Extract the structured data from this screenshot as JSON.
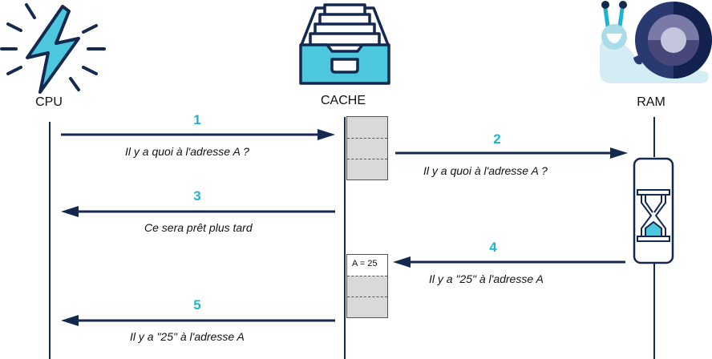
{
  "actors": [
    {
      "id": "cpu",
      "label": "CPU",
      "icon": "lightning-icon"
    },
    {
      "id": "cache",
      "label": "CACHE",
      "icon": "drawer-icon"
    },
    {
      "id": "ram",
      "label": "RAM",
      "icon": "snail-icon"
    }
  ],
  "colors": {
    "navy": "#13294f",
    "accent": "#1fb3cf",
    "cache_fill": "#d9d9d9",
    "icon_fill": "#4cc7dd"
  },
  "messages": [
    {
      "step": "1",
      "text": "Il y a quoi à l'adresse A ?",
      "from": "CPU",
      "to": "CACHE"
    },
    {
      "step": "2",
      "text": "Il y a quoi à l'adresse A ?",
      "from": "CACHE",
      "to": "RAM"
    },
    {
      "step": "3",
      "text": "Ce sera prêt plus tard",
      "from": "CACHE",
      "to": "CPU"
    },
    {
      "step": "4",
      "text": "Il y a \"25\" à l'adresse A",
      "from": "RAM",
      "to": "CACHE"
    },
    {
      "step": "5",
      "text": "Il y a \"25\" à l'adresse A",
      "from": "CACHE",
      "to": "CPU"
    }
  ],
  "cache_states": [
    {
      "slots": [
        "",
        "",
        ""
      ]
    },
    {
      "slots": [
        "A = 25",
        "",
        ""
      ]
    }
  ],
  "ram_activity": {
    "icon": "hourglass-icon",
    "state": "waiting"
  }
}
